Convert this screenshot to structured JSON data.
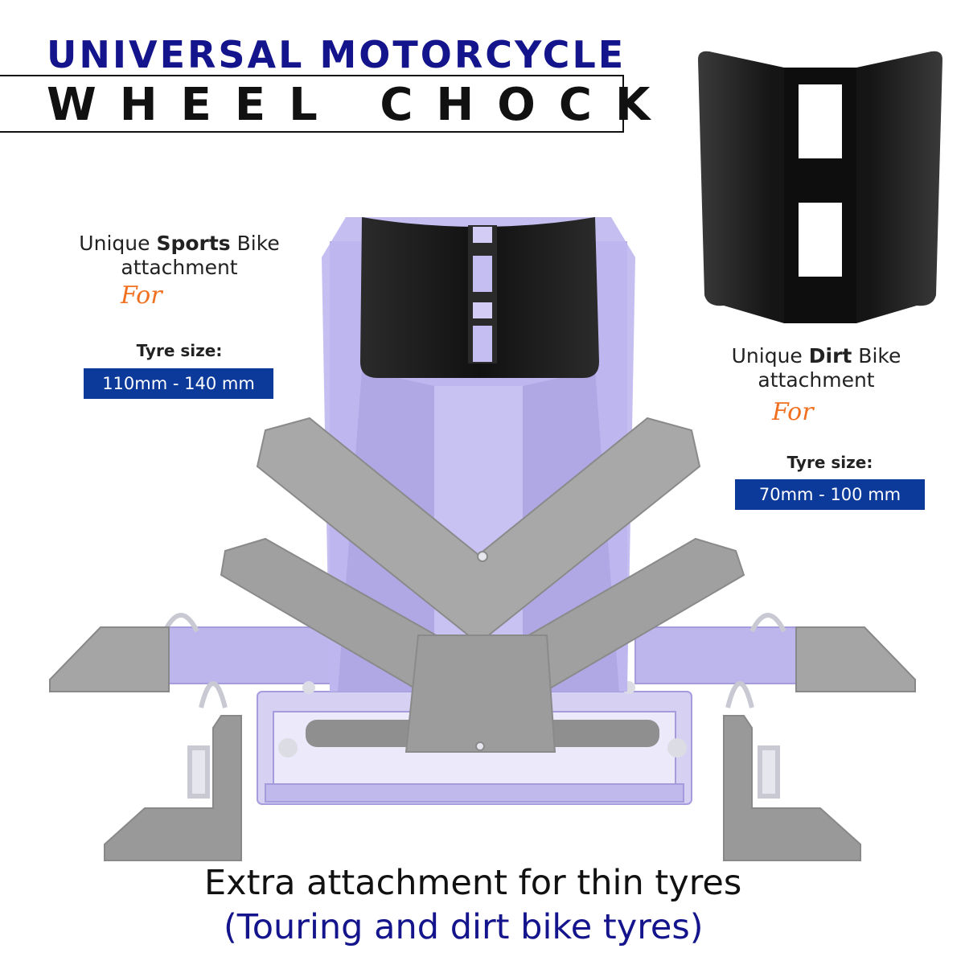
{
  "title": {
    "line1": "UNIVERSAL MOTORCYCLE",
    "line2": "WHEEL CHOCK"
  },
  "sports_callout": {
    "prefix": "Unique ",
    "bold": "Sports",
    "suffix": " Bike",
    "line2": "attachment",
    "for_text": "For",
    "tyre_label": "Tyre size:",
    "tyre_range": "110mm - 140 mm"
  },
  "dirt_callout": {
    "prefix": "Unique ",
    "bold": "Dirt",
    "suffix": " Bike",
    "line2": "attachment",
    "for_text": "For",
    "tyre_label": "Tyre size:",
    "tyre_range": "70mm - 100 mm"
  },
  "caption": {
    "line1": "Extra attachment for thin tyres",
    "line2": "(Touring and dirt bike tyres)"
  },
  "colors": {
    "title_navy": "#14148c",
    "badge_blue": "#0b3a9a",
    "accent_orange": "#f07020",
    "frame_lavender": "#b7b0e8",
    "steel_gray": "#9a9a9a",
    "attachment_black": "#1a1a1a"
  }
}
